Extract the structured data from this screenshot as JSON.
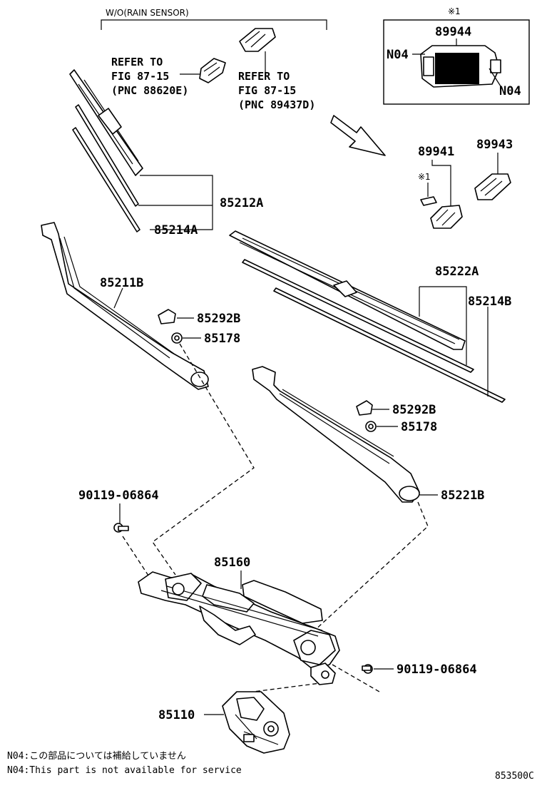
{
  "header": {
    "variant_label": "W/O(RAIN SENSOR)",
    "note_mark": "※1"
  },
  "references": [
    {
      "line1": "REFER TO",
      "line2": "FIG 87-15",
      "line3": "(PNC 88620E)"
    },
    {
      "line1": "REFER TO",
      "line2": "FIG 87-15",
      "line3": "(PNC 89437D)"
    }
  ],
  "inset": {
    "mark": "※1",
    "part": "89944",
    "callouts": [
      "N04",
      "N04"
    ]
  },
  "parts": {
    "p89941": "89941",
    "p89943": "89943",
    "mark_small": "※1",
    "p85212A": "85212A",
    "p85214A": "85214A",
    "p85211B": "85211B",
    "p85292B_left": "85292B",
    "p85178_left": "85178",
    "p85222A": "85222A",
    "p85214B": "85214B",
    "p85292B_right": "85292B",
    "p85178_right": "85178",
    "p85221B": "85221B",
    "p90119_left": "90119-06864",
    "p85160": "85160",
    "p90119_right": "90119-06864",
    "p85110": "85110"
  },
  "notes": [
    "N04:この部品については補給していません",
    "N04:This part is not available for service"
  ],
  "diagram_code": "853500C"
}
